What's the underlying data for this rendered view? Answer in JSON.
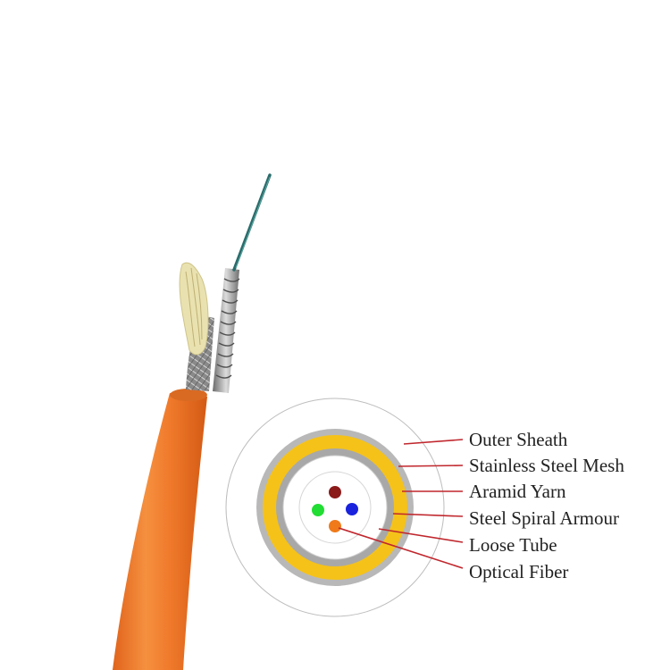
{
  "colors": {
    "outer_sheath_jacket": "#f07a2c",
    "aramid_yarn": "#f5c21a",
    "steel": "#a8a8a8",
    "leader_line": "#c0272d",
    "fiber_red": "#8b1a1a",
    "fiber_green": "#22dd33",
    "fiber_blue": "#1a22dd",
    "fiber_orange": "#f07a1a"
  },
  "legend": {
    "items": [
      {
        "key": "outer-sheath",
        "label": "Outer Sheath"
      },
      {
        "key": "stainless-steel-mesh",
        "label": "Stainless Steel Mesh"
      },
      {
        "key": "aramid-yarn",
        "label": "Aramid Yarn"
      },
      {
        "key": "steel-spiral-armour",
        "label": "Steel Spiral Armour"
      },
      {
        "key": "loose-tube",
        "label": "Loose Tube"
      },
      {
        "key": "optical-fiber",
        "label": "Optical Fiber"
      }
    ]
  }
}
